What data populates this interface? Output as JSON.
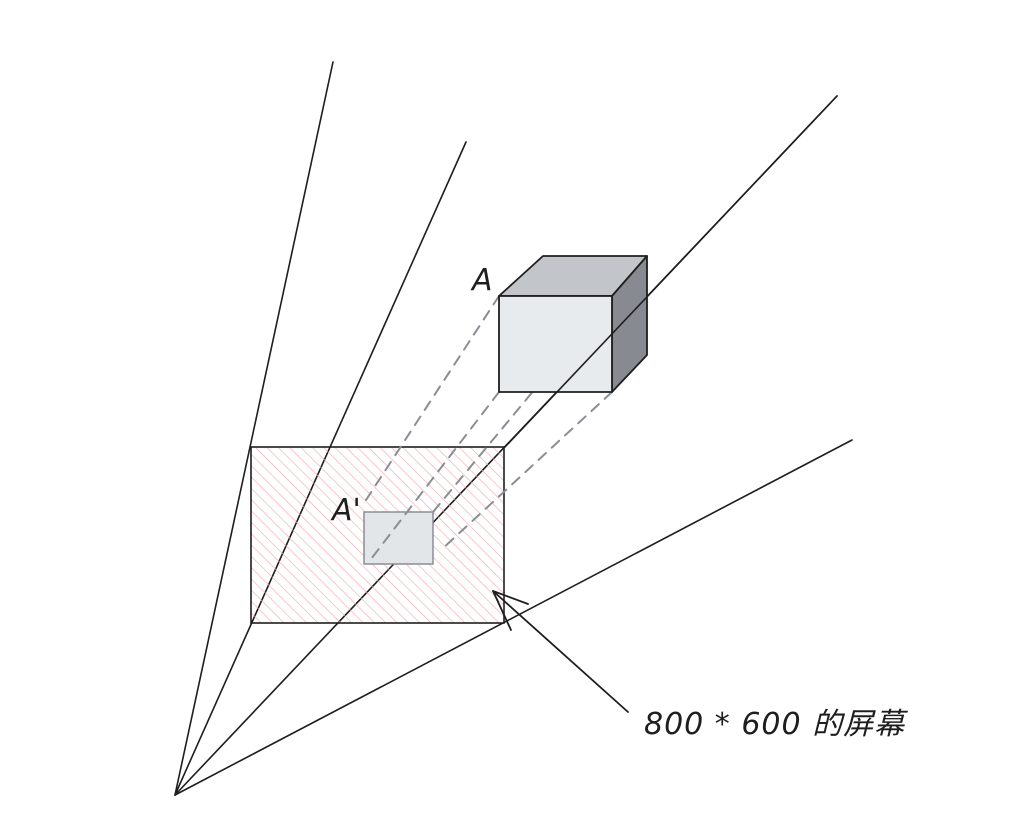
{
  "labels": {
    "point_a": "A",
    "point_a_prime": "A'",
    "screen_caption": "800 * 600 的屏幕"
  },
  "colors": {
    "stroke": "#1e1e1e",
    "projection_dash": "#8a8e94",
    "screen_hatch": "#f4aab4",
    "cube_front": "#e8ebee",
    "cube_top": "#c2c6cb",
    "cube_side": "#878b91",
    "image_fill": "#e3e6e9",
    "image_stroke": "#8a8e94"
  },
  "icons": {
    "arrow": "arrow-pointer-icon"
  }
}
